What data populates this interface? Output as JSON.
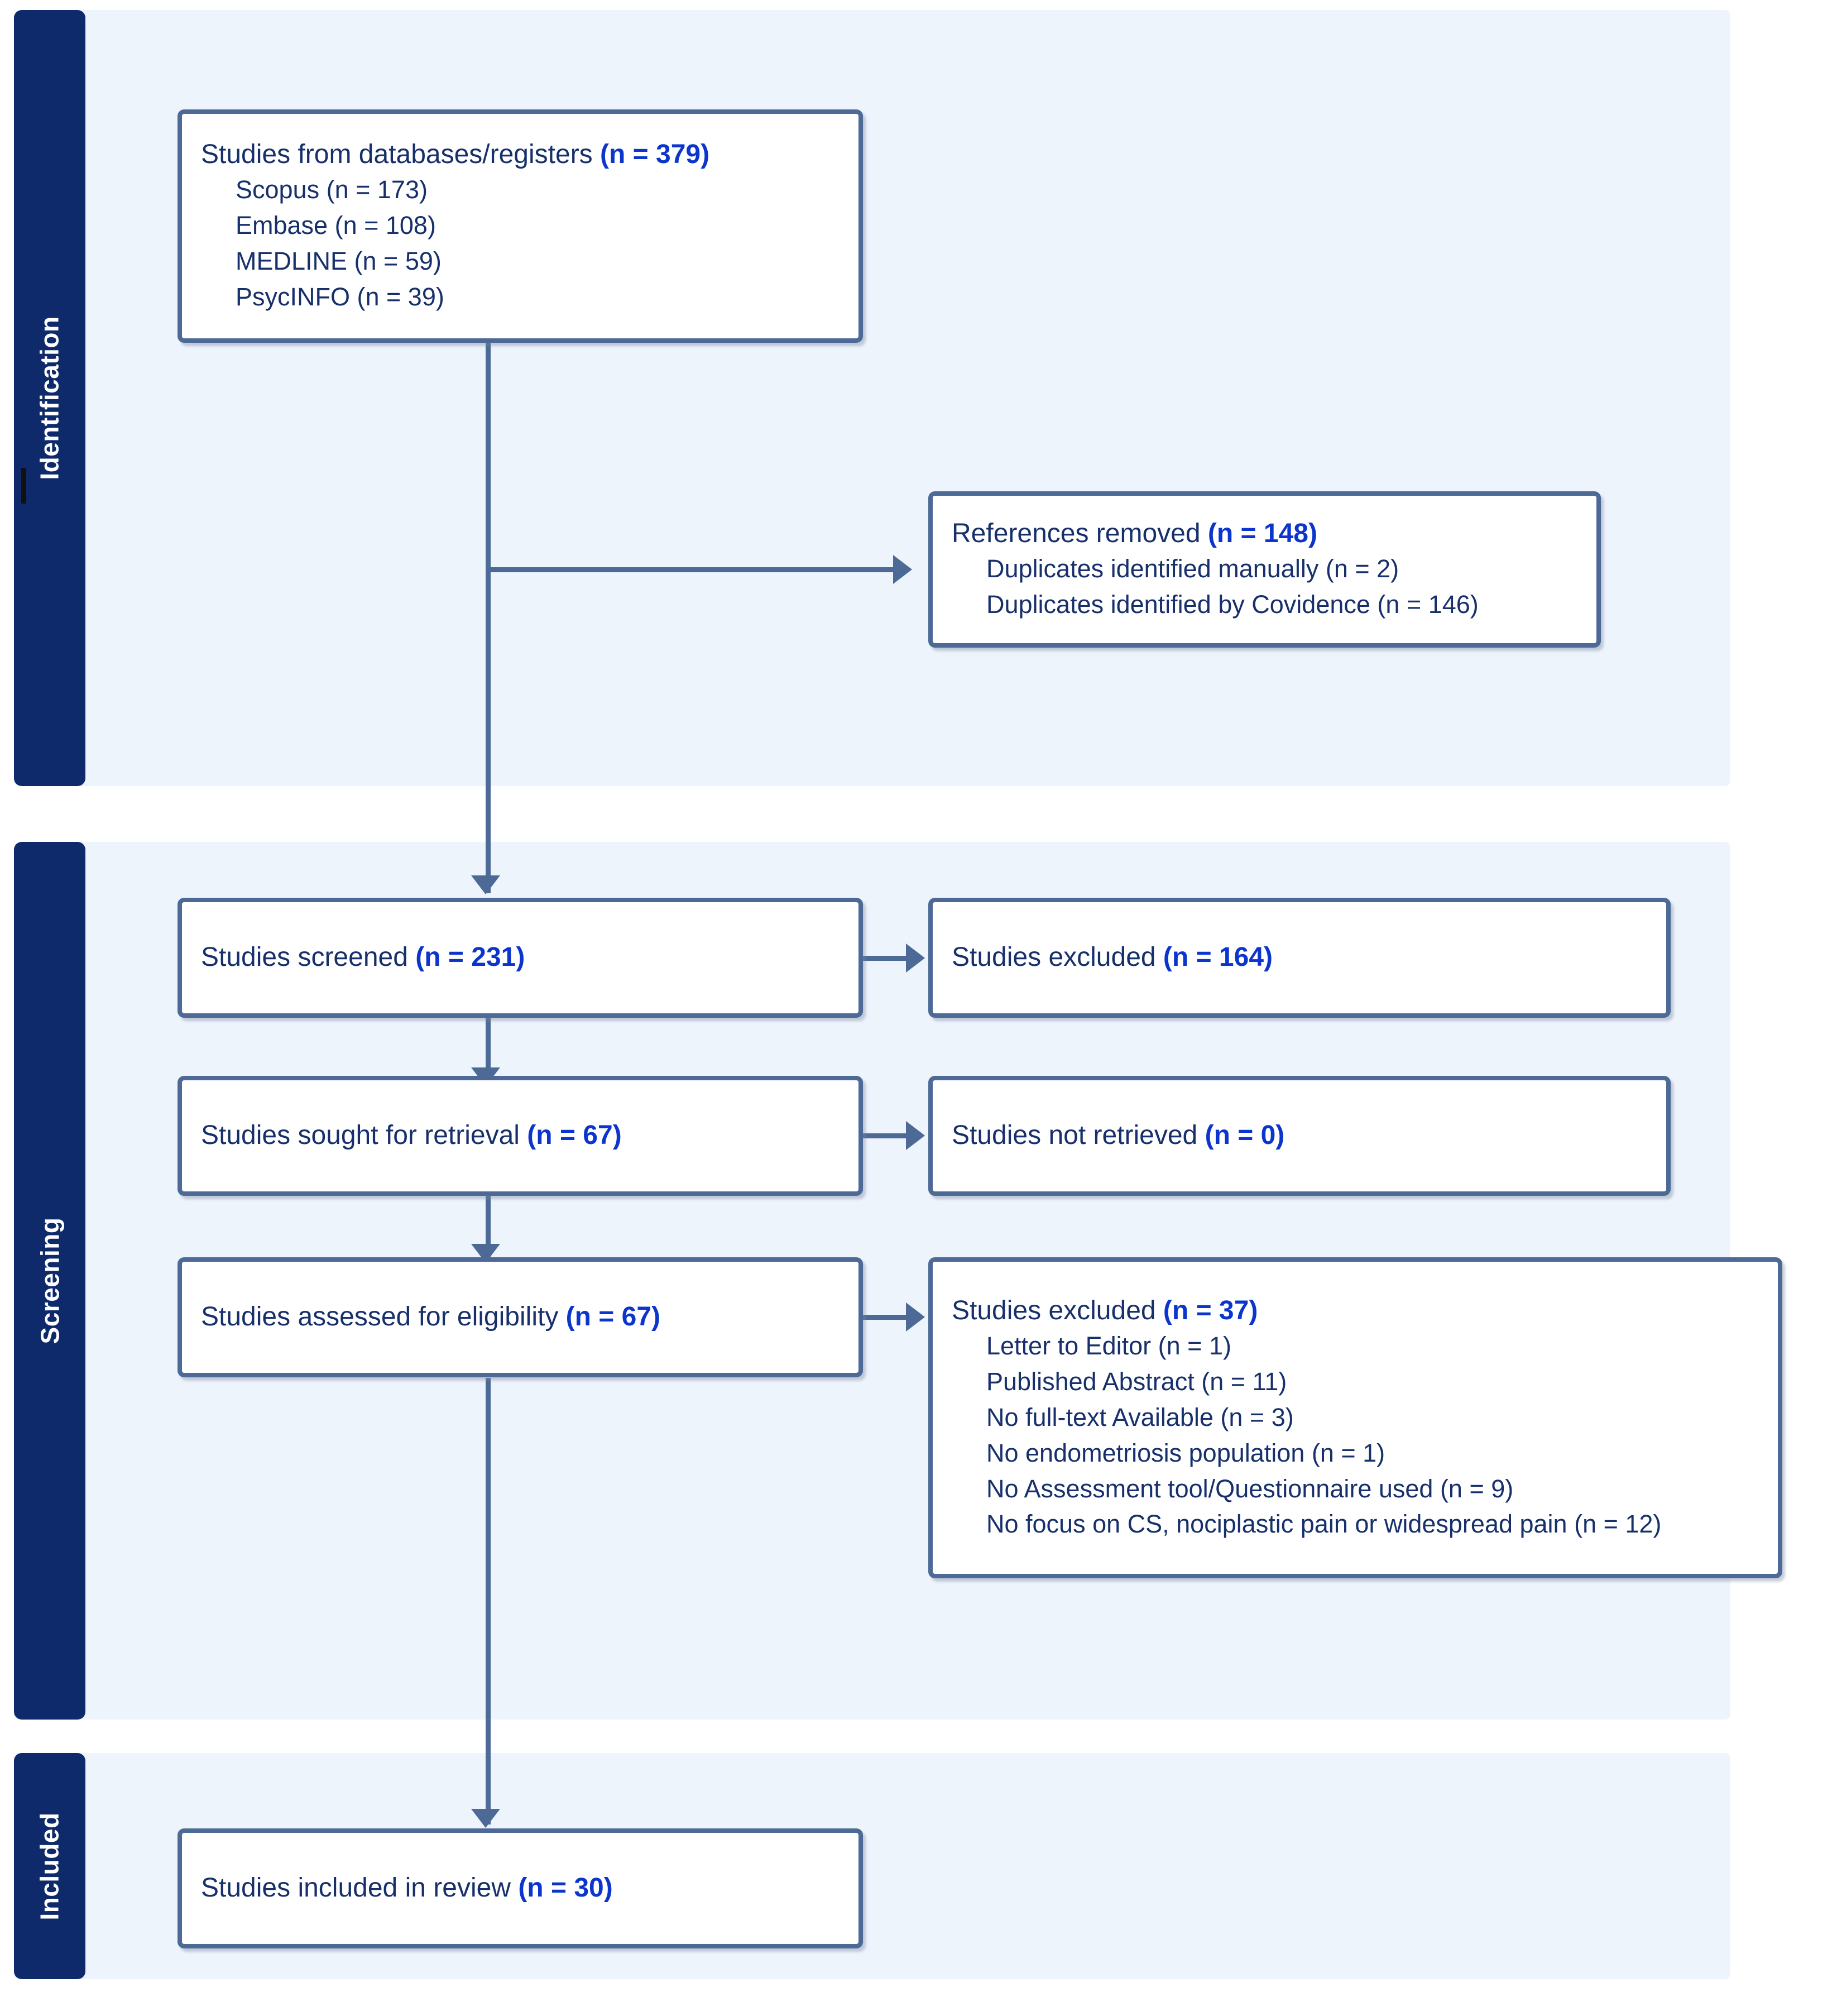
{
  "diagram": {
    "type": "PRISMA flow diagram",
    "stages": [
      {
        "key": "identification",
        "label": "Identification"
      },
      {
        "key": "screening",
        "label": "Screening"
      },
      {
        "key": "included",
        "label": "Included"
      }
    ],
    "boxes": {
      "databases": {
        "title_text": "Studies from databases/registers ",
        "title_count": "(n = 379)",
        "items": [
          "Scopus (n = 173)",
          "Embase (n = 108)",
          "MEDLINE (n = 59)",
          "PsycINFO (n = 39)"
        ]
      },
      "references_removed": {
        "title_text": "References removed ",
        "title_count": "(n = 148)",
        "items": [
          "Duplicates identified manually (n = 2)",
          "Duplicates identified by Covidence (n = 146)"
        ]
      },
      "screened": {
        "title_text": "Studies screened ",
        "title_count": "(n = 231)"
      },
      "screened_excluded": {
        "title_text": "Studies excluded ",
        "title_count": "(n = 164)"
      },
      "sought": {
        "title_text": "Studies sought for retrieval ",
        "title_count": "(n = 67)"
      },
      "not_retrieved": {
        "title_text": "Studies not retrieved ",
        "title_count": "(n = 0)"
      },
      "eligibility": {
        "title_text": "Studies assessed for eligibility ",
        "title_count": "(n = 67)"
      },
      "eligibility_excluded": {
        "title_text": "Studies excluded ",
        "title_count": "(n = 37)",
        "items": [
          "Letter to Editor (n = 1)",
          "Published Abstract (n = 11)",
          "No full-text Available (n = 3)",
          "No endometriosis population (n = 1)",
          "No Assessment tool/Questionnaire used (n = 9)",
          "No focus on CS, nociplastic pain or widespread pain (n = 12)"
        ]
      },
      "included": {
        "title_text": "Studies included in review ",
        "title_count": "(n = 30)"
      }
    },
    "colors": {
      "stage_tab": "#0e2a6b",
      "band": "#eef4fc",
      "box_border": "#4d6a96",
      "title": "#17306b",
      "count": "#0b35cc",
      "connector": "#4d6a96"
    }
  }
}
